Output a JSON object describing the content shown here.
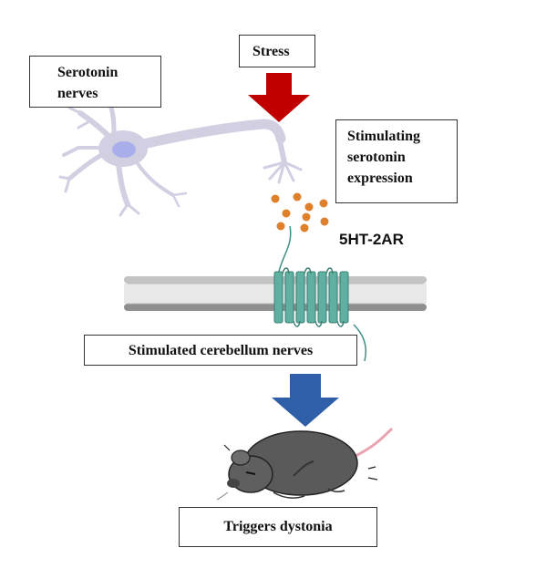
{
  "labels": {
    "stress": "Stress",
    "serotonin_nerves_line1": "Serotonin",
    "serotonin_nerves_line2": "nerves",
    "stimulating_line1": "Stimulating",
    "stimulating_line2": "serotonin",
    "stimulating_line3": "expression",
    "receptor": "5HT-2AR",
    "cerebellum": "Stimulated cerebellum nerves",
    "dystonia": "Triggers dystonia"
  },
  "colors": {
    "stress_arrow": "#c00000",
    "down_arrow": "#2e5fa8",
    "neuron": "#cfcbe0",
    "soma": "#b9bdea",
    "serotonin_dot": "#e0802a",
    "receptor": "#4fa898",
    "membrane": "#b0b0b0"
  },
  "icons": {
    "neuron": "neuron-icon",
    "serotonin": "serotonin-molecules-icon",
    "membrane": "cell-membrane-icon",
    "receptor": "receptor-icon",
    "mouse": "mouse-icon"
  }
}
